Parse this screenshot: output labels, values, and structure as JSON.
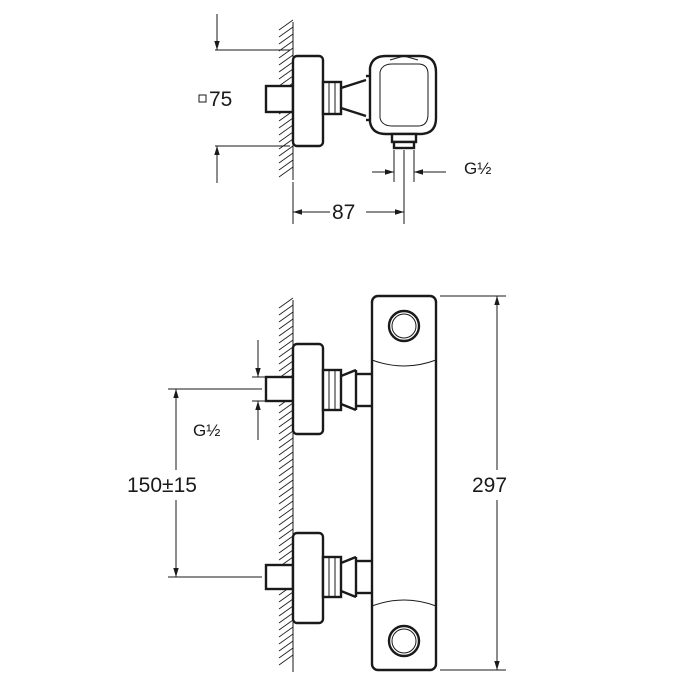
{
  "top_view": {
    "dim_square": "75",
    "dim_offset": "87",
    "dim_thread": "G½"
  },
  "front_view": {
    "dim_thread": "G½",
    "dim_centres": "150±15",
    "dim_height": "297"
  }
}
